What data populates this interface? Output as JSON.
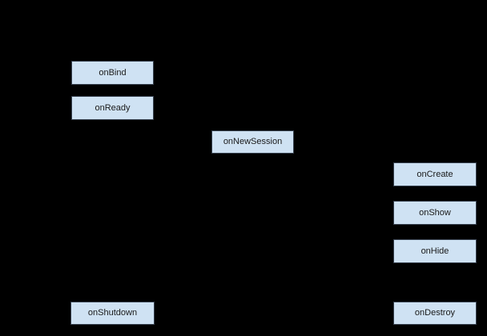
{
  "colors": {
    "background": "#000000",
    "node_fill": "#cfe2f3",
    "node_border": "#37414f",
    "node_text": "#1a1a1a"
  },
  "nodes": [
    {
      "id": "onBind",
      "label": "onBind"
    },
    {
      "id": "onReady",
      "label": "onReady"
    },
    {
      "id": "onNewSession",
      "label": "onNewSession"
    },
    {
      "id": "onCreate",
      "label": "onCreate"
    },
    {
      "id": "onShow",
      "label": "onShow"
    },
    {
      "id": "onHide",
      "label": "onHide"
    },
    {
      "id": "onShutdown",
      "label": "onShutdown"
    },
    {
      "id": "onDestroy",
      "label": "onDestroy"
    }
  ]
}
